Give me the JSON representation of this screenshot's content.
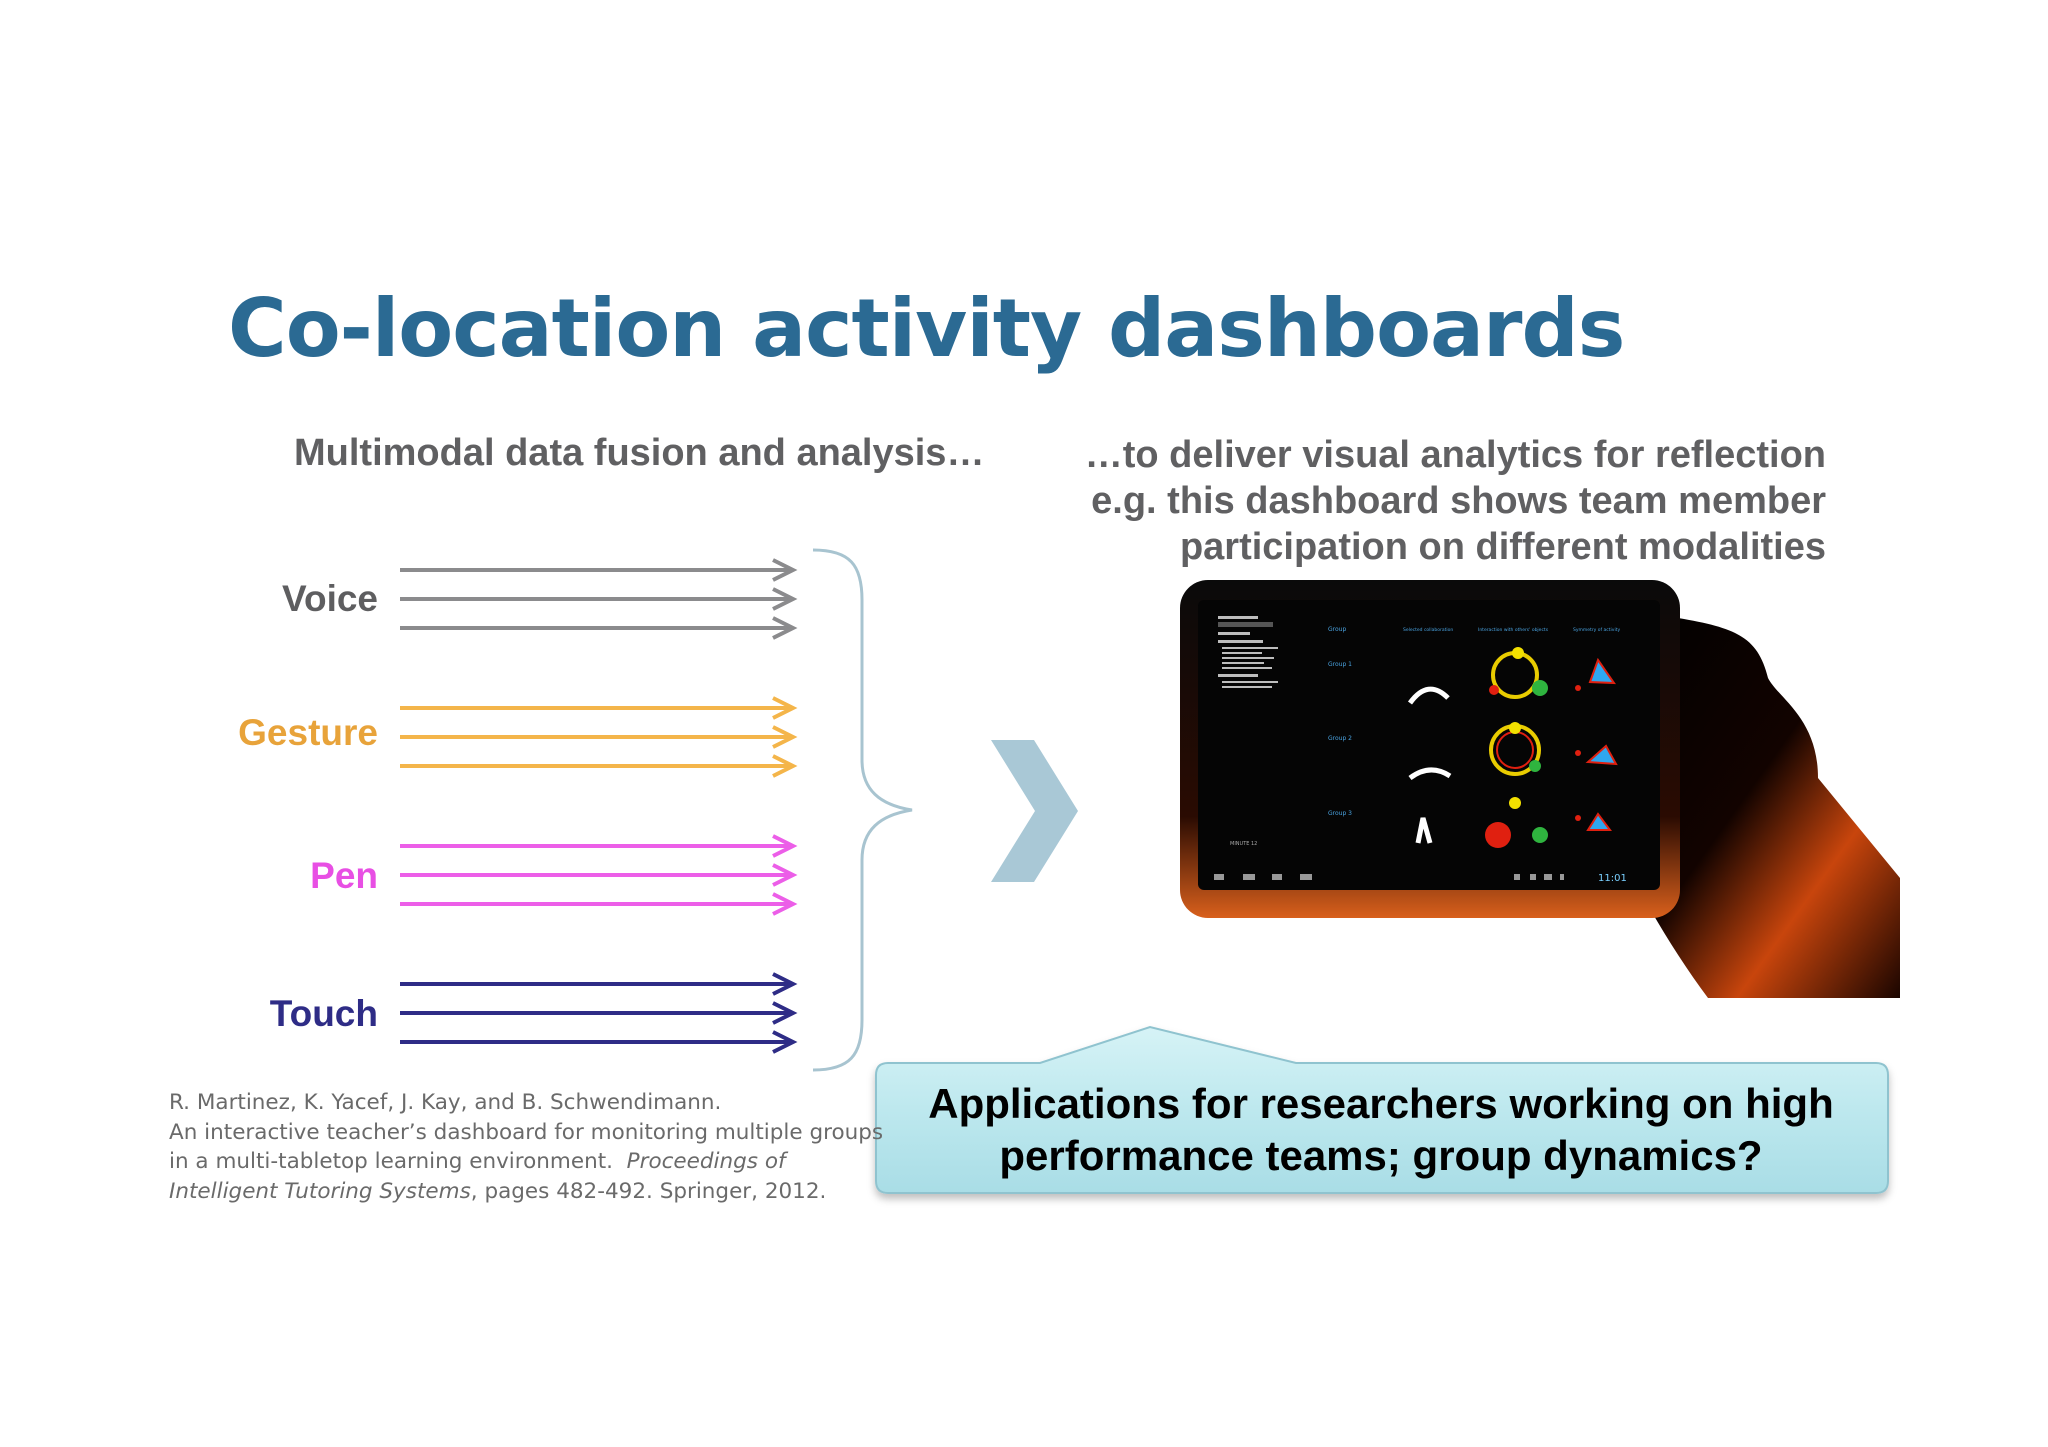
{
  "slide": {
    "title": "Co-location activity dashboards",
    "subtitle_left": "Multimodal data fusion and analysis…",
    "subtitle_right_lines": [
      "…to deliver visual analytics for reflection",
      "e.g. this dashboard shows team member",
      "participation on different modalities"
    ]
  },
  "modalities": [
    {
      "label": "Voice",
      "color": "#8b8b8d"
    },
    {
      "label": "Gesture",
      "color": "#f4b54a"
    },
    {
      "label": "Pen",
      "color": "#ec5ee8"
    },
    {
      "label": "Touch",
      "color": "#2e2c86"
    }
  ],
  "colors": {
    "title": "#2b6a93",
    "brace": "#a8c4d0",
    "chevron": "#a9c8d6",
    "callout_fill": "#bfe9ef",
    "callout_border": "#8fc3cf"
  },
  "citation": {
    "line1": "R. Martinez, K. Yacef, J. Kay, and B. Schwendimann.",
    "line2": "An interactive teacher’s dashboard for monitoring multiple groups",
    "line3_plain": "in a multi-tabletop learning environment.",
    "line3_italic": "Proceedings of",
    "line4_italic": "Intelligent Tutoring Systems",
    "line4_plain": ", pages 482-492. Springer, 2012."
  },
  "callout": {
    "line1": "Applications for researchers working on high",
    "line2": "performance teams; group dynamics?"
  },
  "tablet": {
    "headers": [
      "Group",
      "Selected collaboration",
      "Interaction with others' objects",
      "Symmetry of activity"
    ],
    "groups": [
      "Group 1",
      "Group 2",
      "Group 3"
    ],
    "footer_left": "MINUTE 12",
    "clock": "11:01"
  }
}
